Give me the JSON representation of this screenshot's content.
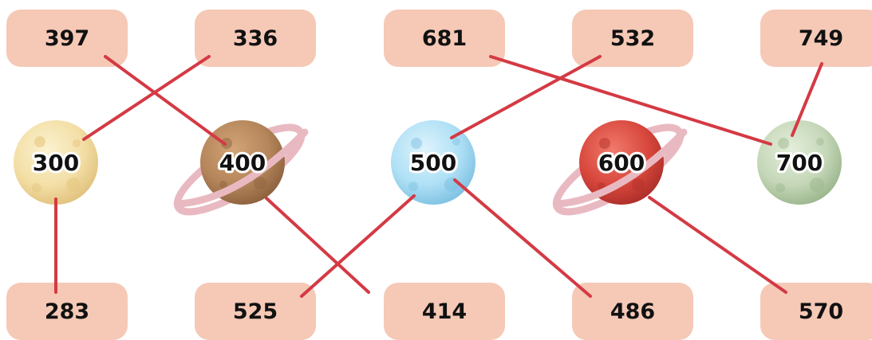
{
  "top_cards": [
    "397",
    "336",
    "681",
    "532",
    "749"
  ],
  "bottom_cards": [
    "283",
    "525",
    "414",
    "486",
    "570"
  ],
  "planets": [
    {
      "label": "300",
      "kind": "moon-yellow",
      "color": "#f3dfa6",
      "shade": "#e6c681"
    },
    {
      "label": "400",
      "kind": "ringed-brown",
      "color": "#b4855a",
      "shade": "#8f6440",
      "ring": "#e9b9c2"
    },
    {
      "label": "500",
      "kind": "moon-blue",
      "color": "#aee0f5",
      "shade": "#7cc0e2"
    },
    {
      "label": "600",
      "kind": "ringed-red",
      "color": "#d8473c",
      "shade": "#b3322c",
      "ring": "#e9b9c2"
    },
    {
      "label": "700",
      "kind": "moon-green",
      "color": "#c5d7b8",
      "shade": "#9db890"
    }
  ],
  "connections": [
    {
      "from": "top.0",
      "to": "planet.1"
    },
    {
      "from": "top.1",
      "to": "planet.0"
    },
    {
      "from": "top.2",
      "to": "planet.4"
    },
    {
      "from": "top.3",
      "to": "planet.2"
    },
    {
      "from": "top.4",
      "to": "planet.4"
    },
    {
      "from": "bottom.0",
      "to": "planet.0"
    },
    {
      "from": "bottom.1",
      "to": "planet.2"
    },
    {
      "from": "bottom.2",
      "to": "planet.1"
    },
    {
      "from": "bottom.3",
      "to": "planet.2"
    },
    {
      "from": "bottom.4",
      "to": "planet.3"
    }
  ],
  "colors": {
    "card_fill": "#f5c9b6",
    "line": "#d43a44",
    "text": "#111111",
    "label_outline": "#ffffff"
  }
}
